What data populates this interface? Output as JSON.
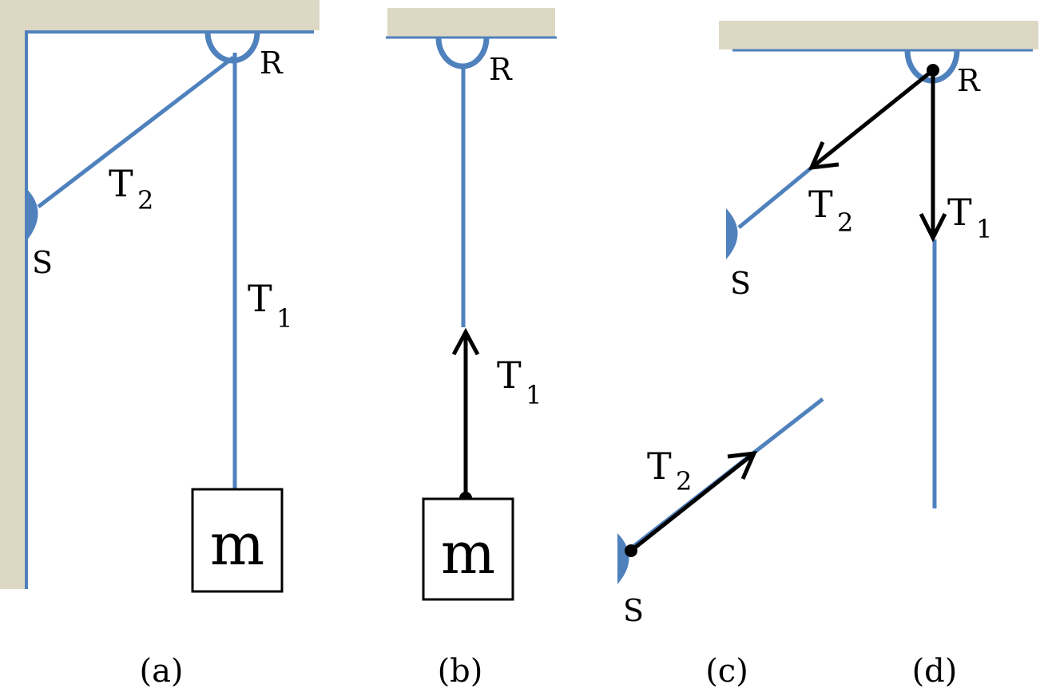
{
  "colors": {
    "support": "#DDD8C4",
    "rope": "#4F81BD",
    "anchor": "#4F81BD",
    "arrow": "#000000",
    "box_stroke": "#000000"
  },
  "panel_a": {
    "caption": "(a)",
    "label_R": "R",
    "label_S": "S",
    "label_T2": "T",
    "label_T2_sub": "2",
    "label_T1": "T",
    "label_T1_sub": "1",
    "mass_label": "m"
  },
  "panel_b": {
    "caption": "(b)",
    "label_R": "R",
    "label_T1": "T",
    "label_T1_sub": "1",
    "mass_label": "m"
  },
  "panel_c": {
    "caption": "(c)",
    "label_S": "S",
    "label_T2": "T",
    "label_T2_sub": "2"
  },
  "panel_d": {
    "caption": "(d)",
    "label_R": "R",
    "label_S": "S",
    "label_T2": "T",
    "label_T2_sub": "2",
    "label_T1": "T",
    "label_T1_sub": "1"
  }
}
